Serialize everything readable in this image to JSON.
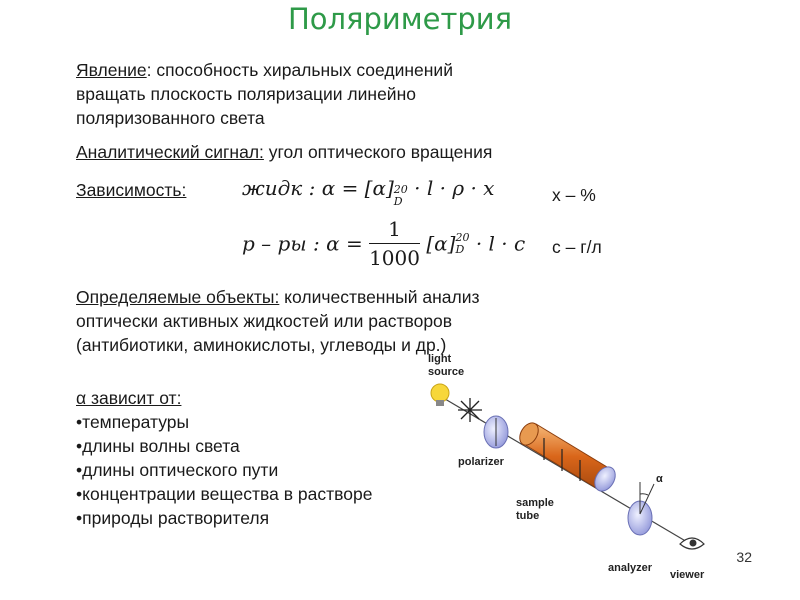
{
  "title": "Поляриметрия",
  "phenomenon": {
    "label": "Явление",
    "line1": ": способность хиральных соединений",
    "line2": "вращать плоскость поляризации линейно",
    "line3": "поляризованного света"
  },
  "signal": {
    "label": "Аналитический сигнал:",
    "text": " угол оптического вращения"
  },
  "dependence": {
    "label": "Зависимость:",
    "f1_prefix": "жидк :",
    "f1_body": "α = [α]",
    "f1_sup": "20",
    "f1_sub": "D",
    "f1_tail": "· l · ρ · x",
    "f1_unit": "x – %",
    "f2_prefix": "р – ры :",
    "f2_body": "α =",
    "f2_num": "1",
    "f2_den": "1000",
    "f2_bracket": "[α]",
    "f2_sup": "20",
    "f2_sub": "D",
    "f2_tail": "· l · c",
    "f2_unit": "c – г/л"
  },
  "objects": {
    "label": "Определяемые объекты:",
    "line1": " количественный  анализ",
    "line2": "оптически активных жидкостей или растворов",
    "line3": "(антибиотики, аминокислоты, углеводы и др.)"
  },
  "alpha_depends": {
    "label": "α зависит от:",
    "items": [
      "•температуры",
      "•длины волны света",
      "•длины оптического пути",
      "•концентрации вещества в растворе",
      "•природы растворителя"
    ]
  },
  "diagram": {
    "light_source": [
      "light",
      "source"
    ],
    "polarizer": "polarizer",
    "sample_tube": [
      "sample",
      "tube"
    ],
    "analyzer": "analyzer",
    "viewer": "viewer",
    "alpha": "α"
  },
  "page_number": "32"
}
